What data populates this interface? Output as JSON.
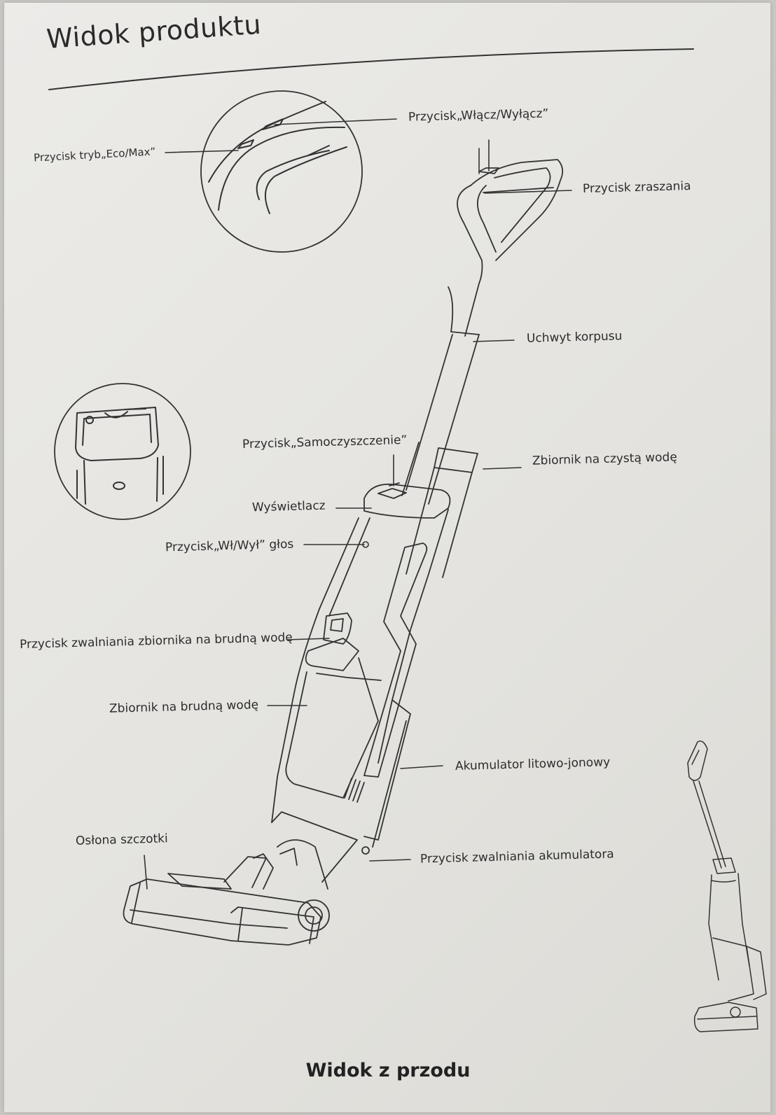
{
  "title": "Widok produktu",
  "caption": "Widok z przodu",
  "labels": {
    "power_button": "Przycisk„Włącz/Wyłącz”",
    "eco_max_button": "Przycisk tryb„Eco/Max”",
    "spray_button": "Przycisk zraszania",
    "body_handle": "Uchwyt korpusu",
    "self_clean_button": "Przycisk„Samoczyszczenie”",
    "clean_water_tank": "Zbiornik na czystą wodę",
    "display": "Wyświetlacz",
    "voice_button": "Przycisk„Wł/Wył” głos",
    "dirty_tank_release": "Przycisk zwalniania zbiornika na brudną wodę",
    "dirty_water_tank": "Zbiornik na brudną wodę",
    "battery": "Akumulator litowo-jonowy",
    "brush_cover": "Osłona szczotki",
    "battery_release": "Przycisk zwalniania akumulatora"
  }
}
